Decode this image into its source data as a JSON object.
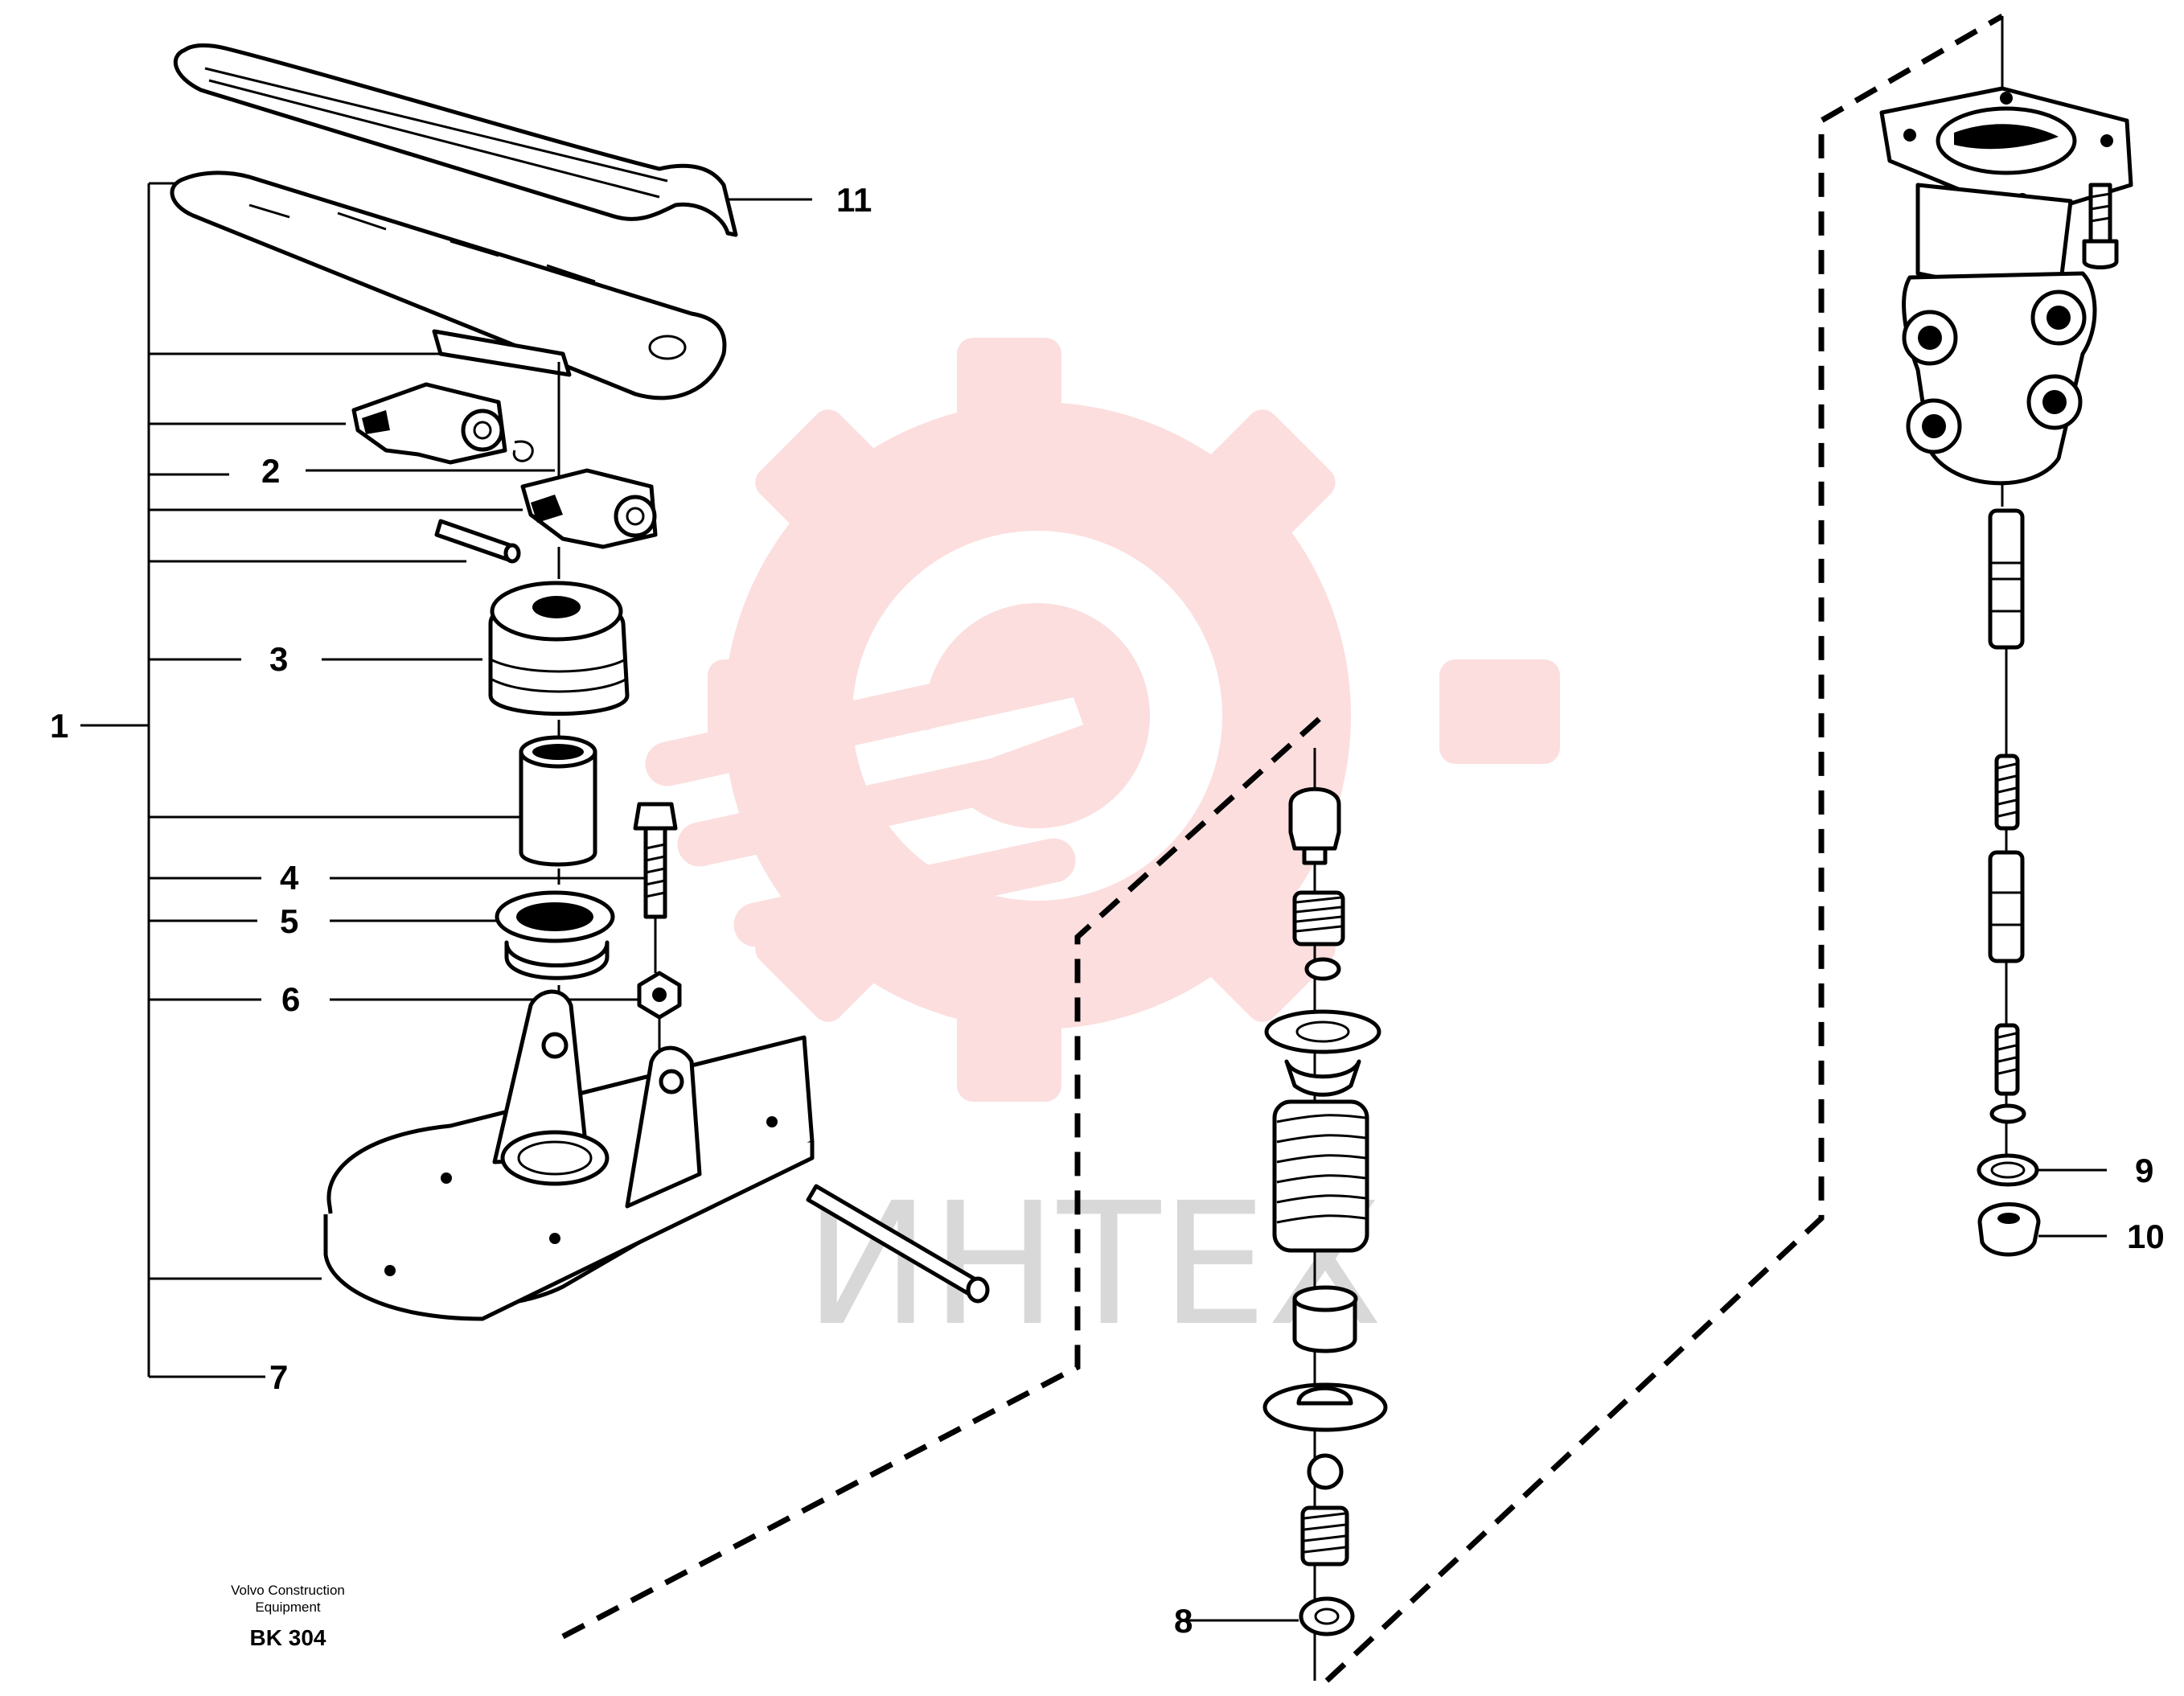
{
  "diagram": {
    "callouts": [
      {
        "id": "1",
        "label": "1"
      },
      {
        "id": "2",
        "label": "2"
      },
      {
        "id": "3",
        "label": "3"
      },
      {
        "id": "4",
        "label": "4"
      },
      {
        "id": "5",
        "label": "5"
      },
      {
        "id": "6",
        "label": "6"
      },
      {
        "id": "7",
        "label": "7"
      },
      {
        "id": "8",
        "label": "8"
      },
      {
        "id": "9",
        "label": "9"
      },
      {
        "id": "10",
        "label": "10"
      },
      {
        "id": "11",
        "label": "11"
      }
    ],
    "credit_line1": "Volvo Construction",
    "credit_line2": "Equipment",
    "drawing_code": "BK 304"
  },
  "watermark": {
    "text": "ИНТЕХ",
    "color": "#f26b6b"
  }
}
